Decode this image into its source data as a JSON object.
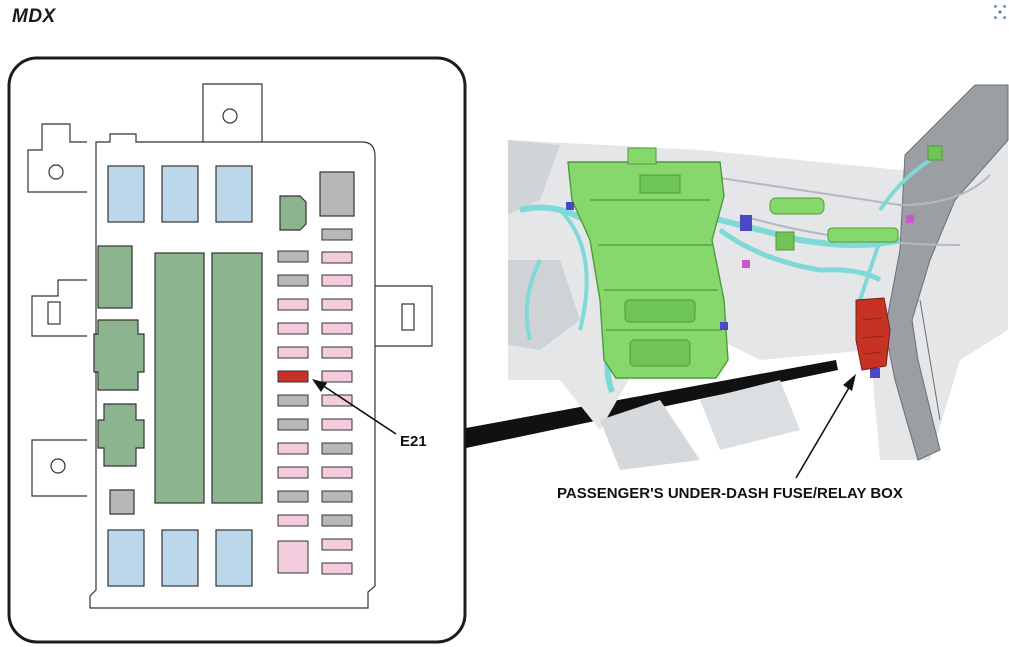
{
  "header": {
    "title": "MDX"
  },
  "colors": {
    "fuse_blue": "#bcd7ea",
    "fuse_green": "#8cb48e",
    "fuse_gray": "#b7b7b7",
    "fuse_pink": "#f2cbdc",
    "highlight_red": "#c63224",
    "dash_green": "#86d86c",
    "wiring_cyan": "#7fd9d6"
  },
  "callouts": {
    "fuse_label": "E21",
    "box_label": "PASSENGER'S UNDER-DASH FUSE/RELAY BOX"
  },
  "icons": {
    "corner": "expand-icon"
  }
}
